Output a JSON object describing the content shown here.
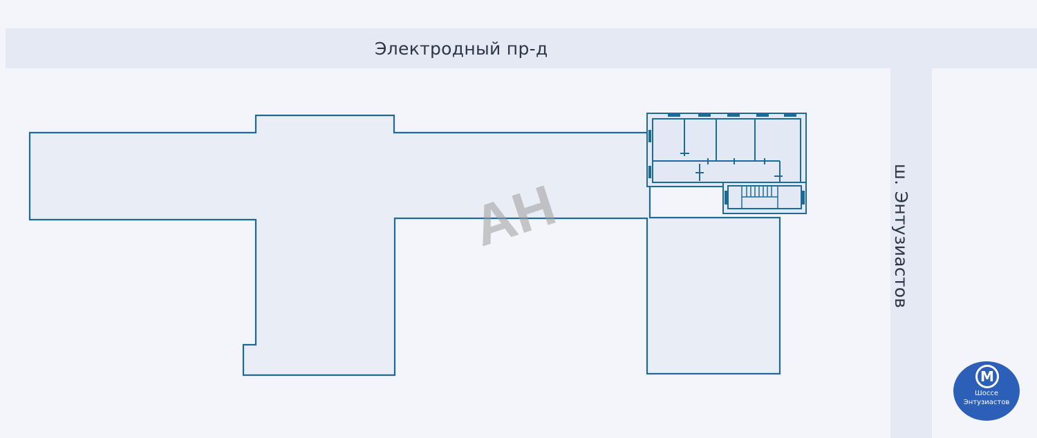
{
  "streets": {
    "top": "Электродный пр-д",
    "right": "ш. Энтузиастов"
  },
  "watermark": "АН",
  "metro": {
    "icon": "metro-m-icon",
    "symbol": "М",
    "name": "Шоссе\nЭнтузиастов"
  },
  "colors": {
    "background": "#f3f5fa",
    "street": "#e4e9f3",
    "building_outline": "#1d6a96",
    "building_fill": "#e8edf6",
    "metro": "#2c5fb8"
  }
}
